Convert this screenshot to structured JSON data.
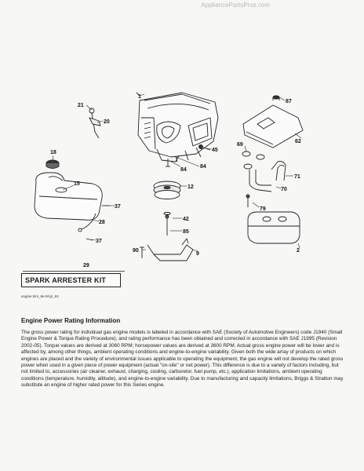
{
  "watermark": "AppliancePartsPros.com",
  "callouts": {
    "c1": "1",
    "c2": "2",
    "c9": "9",
    "c12": "12",
    "c15": "15",
    "c18": "18",
    "c20": "20",
    "c21": "21",
    "c28": "28",
    "c29": "29",
    "c37a": "37",
    "c37b": "37",
    "c42": "42",
    "c45": "45",
    "c62": "62",
    "c69": "69",
    "c70": "70",
    "c71": "71",
    "c79": "79",
    "c84a": "84",
    "c84b": "84",
    "c85": "85",
    "c87": "87",
    "c90": "90"
  },
  "kit_label": "SPARK ARRESTER KIT",
  "figure_code": "engine.hirs_8e-0/cyl_63",
  "section_title": "Engine Power Rating Information",
  "body_text": "The gross power rating for individual gas engine models is labeled in accordance with SAE (Society of Automotive Engineers) code J1940 (Small Engine Power & Torque Rating Procedure), and rating performance has been obtained and corrected in accordance with SAE J1995 (Revision 2002-05). Torque values are derived at 3060 RPM; horsepower values are derived at 3600 RPM. Actual gross engine power will be lower and is affected by, among other things, ambient operating conditions and engine-to-engine variability. Given both the wide array of products on which engines are placed and the variety of environmental issues applicable to operating the equipment, the gas engine will not develop the rated gross power when used in a given piece of power equipment (actual \"on-site\" or net power). This difference is due to a variety of factors including, but not limited to, accessories (air cleaner, exhaust, charging, cooling, carburetor, fuel pump, etc.), application limitations, ambient operating conditions (temperature, humidity, altitude), and engine-to-engine variability. Due to manufacturing and capacity limitations, Briggs & Stratton may substitute an engine of higher rated power for this Series engine."
}
